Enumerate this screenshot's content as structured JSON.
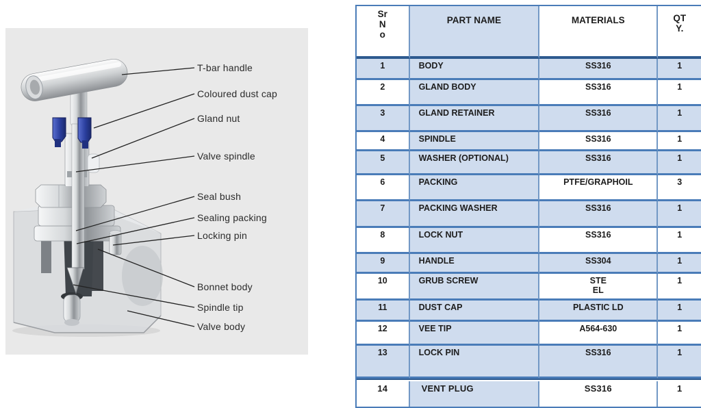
{
  "diagram": {
    "labels": [
      "T-bar handle",
      "Coloured dust cap",
      "Gland nut",
      "Valve spindle",
      "Seal bush",
      "Sealing packing",
      "Locking pin",
      "Bonnet body",
      "Spindle tip",
      "Valve body"
    ]
  },
  "table": {
    "headers": {
      "sr": "Sr\nN\no",
      "name": "PART NAME",
      "material": "MATERIALS",
      "qty": "QT\nY."
    },
    "rows": [
      {
        "sr": "1",
        "name": "BODY",
        "material": "SS316",
        "qty": "1"
      },
      {
        "sr": "2",
        "name": "GLAND BODY",
        "material": "SS316",
        "qty": "1"
      },
      {
        "sr": "3",
        "name": "GLAND RETAINER",
        "material": "SS316",
        "qty": "1"
      },
      {
        "sr": "4",
        "name": "SPINDLE",
        "material": "SS316",
        "qty": "1"
      },
      {
        "sr": "5",
        "name": "WASHER (OPTIONAL)",
        "material": "SS316",
        "qty": "1"
      },
      {
        "sr": "6",
        "name": "PACKING",
        "material": "PTFE/GRAPHOIL",
        "qty": "3"
      },
      {
        "sr": "7",
        "name": "PACKING WASHER",
        "material": "SS316",
        "qty": "1"
      },
      {
        "sr": "8",
        "name": "LOCK NUT",
        "material": "SS316",
        "qty": "1"
      },
      {
        "sr": "9",
        "name": "HANDLE",
        "material": "SS304",
        "qty": "1"
      },
      {
        "sr": "10",
        "name": "GRUB SCREW",
        "material": "STE\nEL",
        "qty": "1"
      },
      {
        "sr": "11",
        "name": "DUST CAP",
        "material": "PLASTIC LD",
        "qty": "1"
      },
      {
        "sr": "12",
        "name": "VEE TIP",
        "material": "A564-630",
        "qty": "1"
      },
      {
        "sr": "13",
        "name": "LOCK PIN",
        "material": "SS316",
        "qty": "1"
      },
      {
        "sr": "14",
        "name": "VENT PLUG",
        "material": "SS316",
        "qty": "1",
        "bold": true
      }
    ]
  },
  "colors": {
    "row_fill": "#cfdcee",
    "grid": "#4a7cb8",
    "grid_light": "#7298c5",
    "grid_dark": "#2e5a8f",
    "panel_bg": "#e9e9e9",
    "cap_blue": "#2b3f9e"
  }
}
